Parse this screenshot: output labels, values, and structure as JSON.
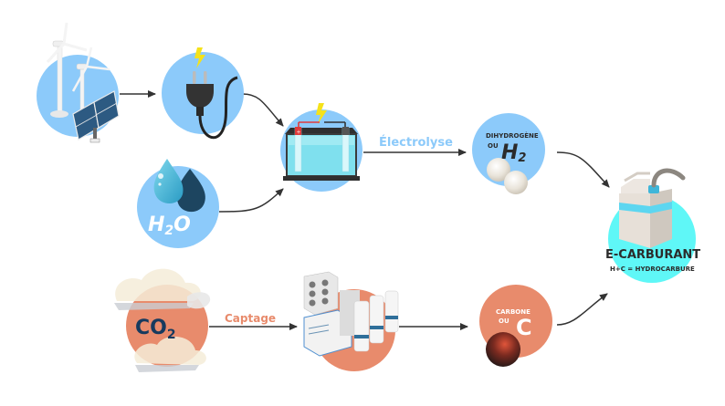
{
  "colors": {
    "blue_circle": "#8ccafa",
    "salmon_circle": "#e88b6c",
    "cyan_circle": "#5ff7f7",
    "arrow": "#333333",
    "electrolyse_text": "#8ccafa",
    "captage_text": "#e88b6c",
    "dark_text": "#2b2b2b",
    "co2_text": "#173a5e"
  },
  "nodes": {
    "renewables": {
      "icon": "wind-solar-icon"
    },
    "plug": {
      "icon": "electric-plug-icon"
    },
    "water": {
      "icon": "water-drop-icon",
      "label_main": "H",
      "label_sub": "2",
      "label_end": "O"
    },
    "electrolyzer": {
      "icon": "battery-electrolyzer-icon"
    },
    "hydrogen": {
      "icon": "hydrogen-molecule-icon",
      "line1": "DIHYDROGÈNE",
      "line2": "OU",
      "symbol": "H",
      "symbol_sub": "2"
    },
    "co2": {
      "icon": "co2-cloud-icon",
      "label_main": "CO",
      "label_sub": "2"
    },
    "capture": {
      "icon": "capture-facility-icon"
    },
    "carbon": {
      "icon": "carbon-atom-icon",
      "line1": "CARBONE",
      "line2": "OU",
      "symbol": "C"
    },
    "efuel": {
      "icon": "jerrycan-icon",
      "title": "E-CARBURANT",
      "subtitle": "H+C = HYDROCARBURE"
    }
  },
  "edges": {
    "electrolyse": "Électrolyse",
    "captage": "Captage"
  }
}
